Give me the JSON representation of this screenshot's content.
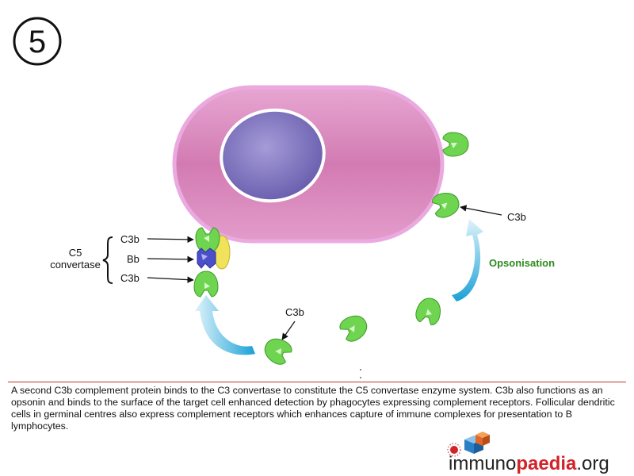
{
  "step": {
    "number": "5"
  },
  "labels": {
    "c3b_top": "C3b",
    "bb": "Bb",
    "c3b_bottom": "C3b",
    "c5_line1": "C5",
    "c5_line2": "convertase",
    "c3b_free": "C3b",
    "c3b_surface": "C3b",
    "opsonisation": "Opsonisation"
  },
  "caption": "A second C3b complement protein binds to the C3 convertase to constitute the C5 convertase enzyme system. C3b also functions as an opsonin and binds to the surface of the target cell enhanced detection by phagocytes expressing complement receptors. Follicular dendritic cells in germinal centres also express complement receptors which enhances capture of immune complexes for presentation to B lymphocytes.",
  "logo": {
    "part1": "immuno",
    "part2": "paedia",
    "part3": ".org"
  },
  "colors": {
    "cell_fill": "#d57fb4",
    "cell_border": "#eaa9df",
    "nucleus": "#7a6fb6",
    "c3b_green": "#6fd44f",
    "bb_blue": "#4b4fc9",
    "c3_yellow": "#f0e25a",
    "opsonisation_green": "#2e8b1e",
    "logo_red": "#d2232a"
  }
}
